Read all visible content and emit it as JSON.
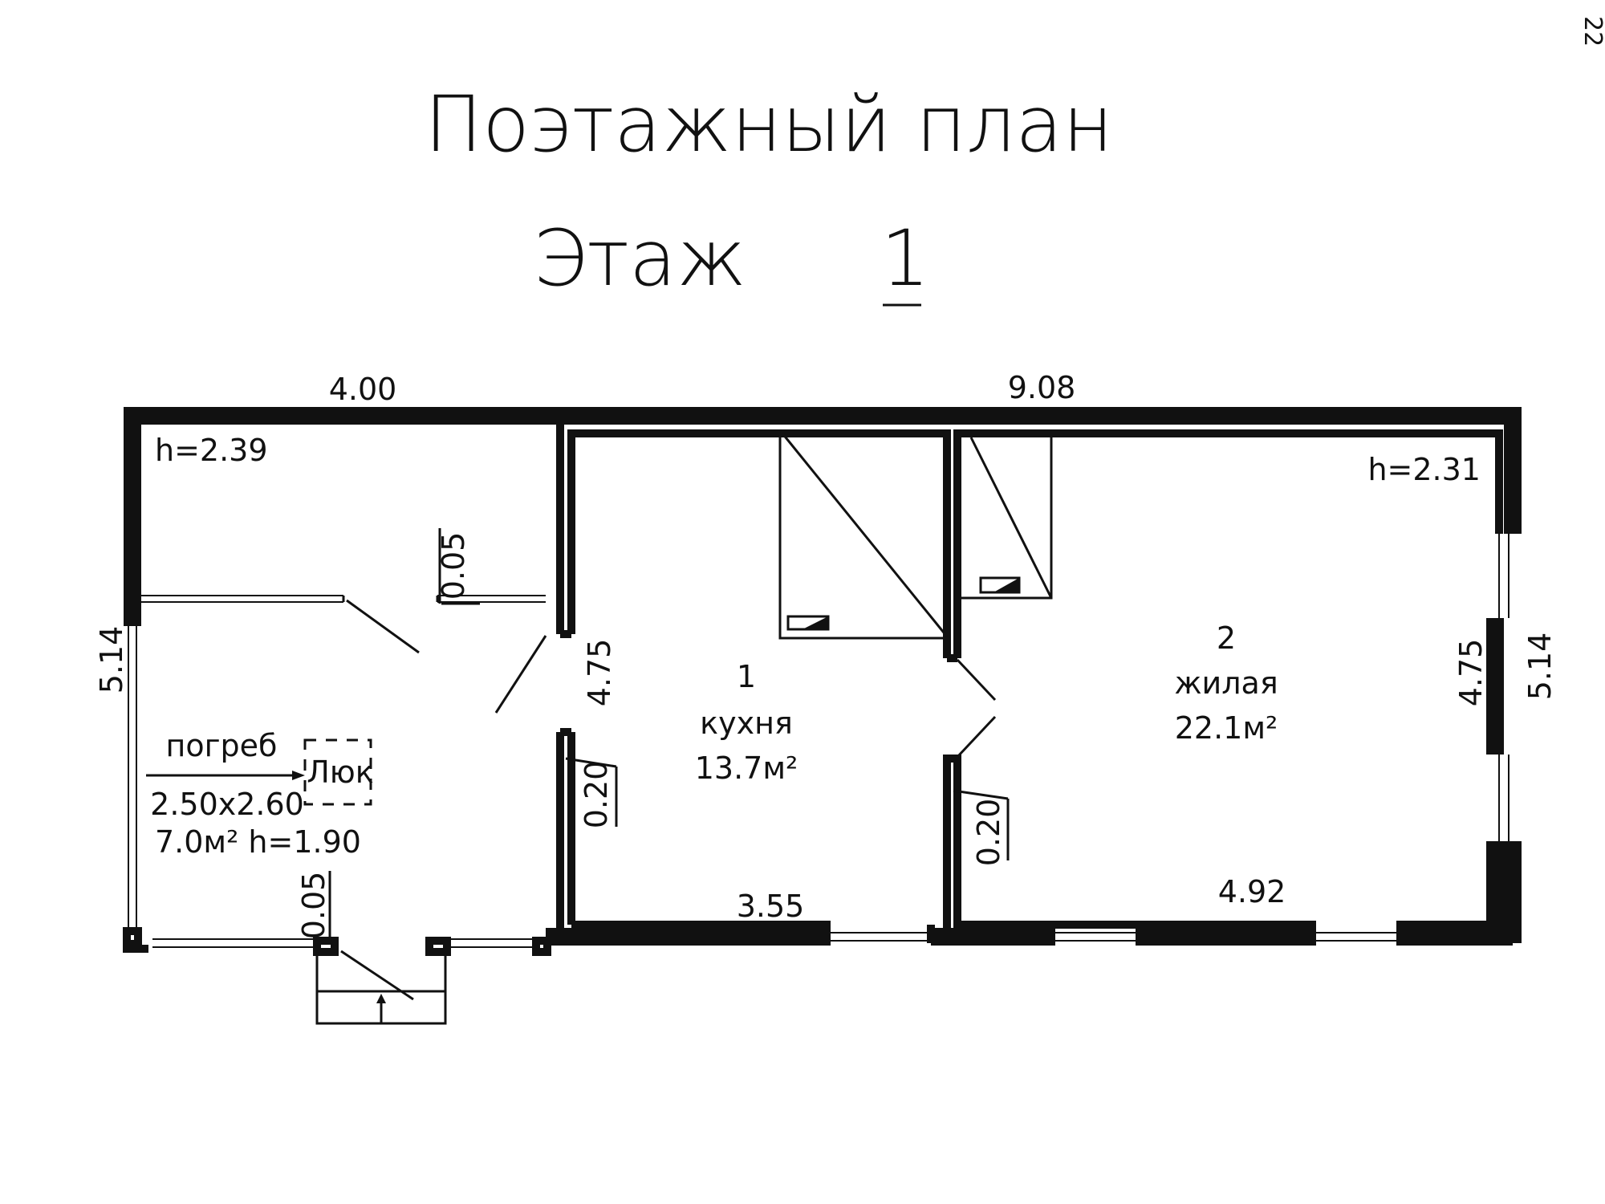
{
  "page_number": "22",
  "title": "Поэтажный план",
  "subtitle_prefix": "Этаж",
  "subtitle_floor": "1",
  "dimensions": {
    "left_section_length": "4.00",
    "main_section_length": "9.08",
    "left_height_outer": "5.14",
    "right_height_outer": "5.14",
    "kitchen_depth": "4.75",
    "living_depth": "4.75",
    "kitchen_width": "3.55",
    "living_width": "4.92",
    "partition_1": "0.20",
    "partition_2": "0.20",
    "wall_gap_1": "0.05",
    "wall_gap_2": "0.05"
  },
  "ceiling_heights": {
    "left": "h=2.39",
    "right": "h=2.31"
  },
  "rooms": [
    {
      "number": "1",
      "name": "кухня",
      "area": "13.7м²"
    },
    {
      "number": "2",
      "name": "жилая",
      "area": "22.1м²"
    }
  ],
  "cellar": {
    "name": "погреб",
    "hatch": "Люк",
    "size": "2.50x2.60",
    "area_height": "7.0м² h=1.90"
  }
}
